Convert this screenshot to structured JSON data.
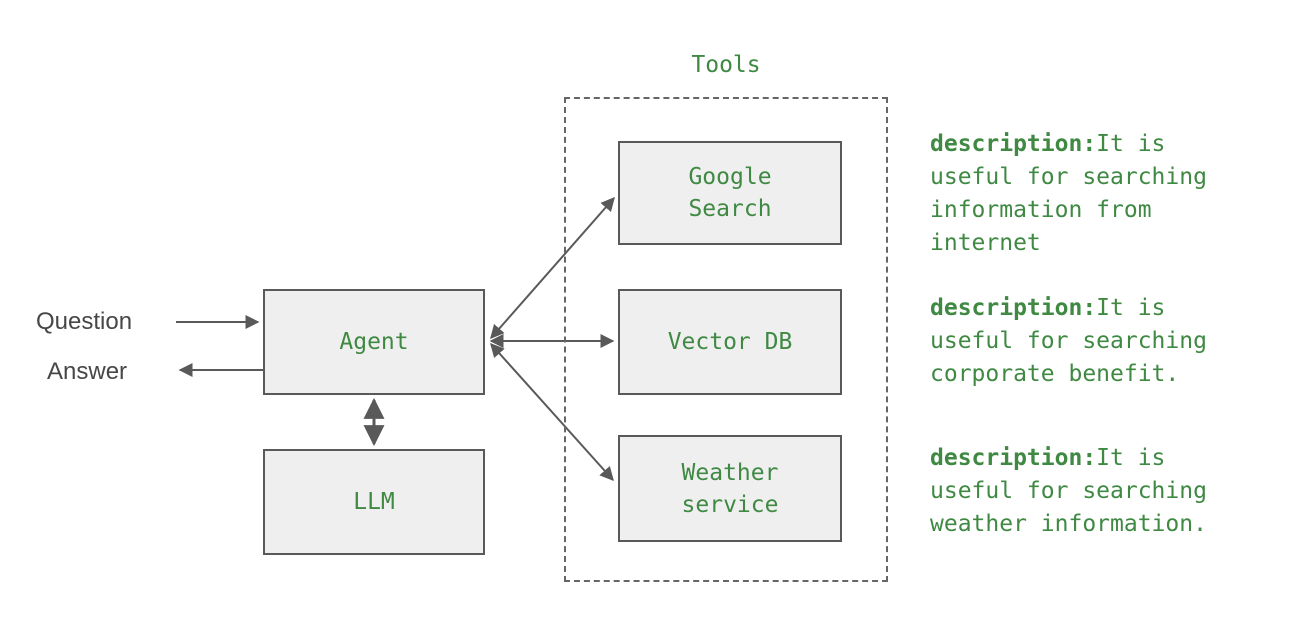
{
  "colors": {
    "accent_green": "#3f8943",
    "line_gray": "#595959",
    "label_gray": "#474747",
    "box_fill": "#efefef",
    "dashed_border": "#666666",
    "background": "#ffffff"
  },
  "diagram": {
    "io": {
      "question_label": "Question",
      "answer_label": "Answer"
    },
    "agent": {
      "label": "Agent"
    },
    "llm": {
      "label": "LLM"
    },
    "tools": {
      "title": "Tools",
      "items": [
        {
          "label": "Google\nSearch",
          "description_label": "description:",
          "description_text": "It is useful for searching information from internet"
        },
        {
          "label": "Vector DB",
          "description_label": "description:",
          "description_text": "It is useful for searching corporate benefit."
        },
        {
          "label": "Weather\nservice",
          "description_label": "description:",
          "description_text": "It is useful for searching weather information."
        }
      ]
    },
    "connections": [
      "Question -> Agent",
      "Agent -> Answer",
      "Agent <-> LLM",
      "Agent <-> Google Search",
      "Agent <-> Vector DB",
      "Agent <-> Weather service"
    ]
  }
}
